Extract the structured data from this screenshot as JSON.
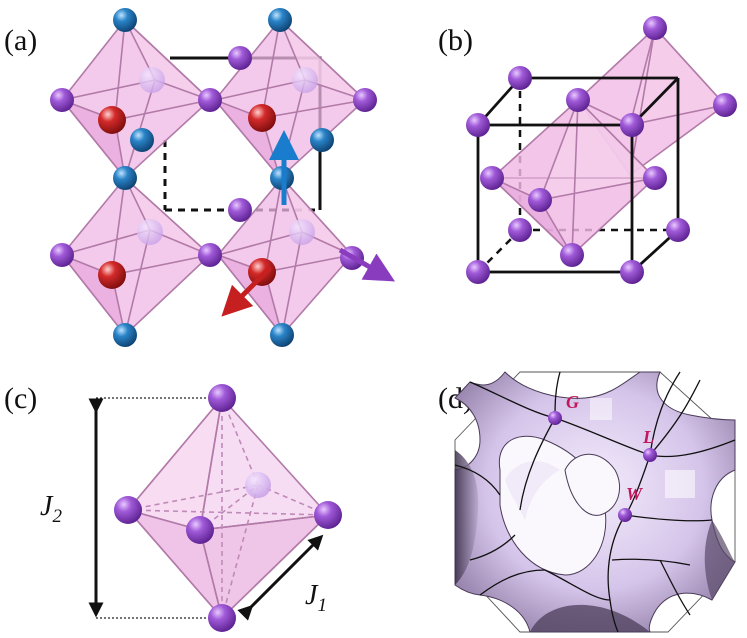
{
  "panels": {
    "a": {
      "label": "(a)"
    },
    "b": {
      "label": "(b)"
    },
    "c": {
      "label": "(c)",
      "j2_main": "J",
      "j2_sub": "2",
      "j1_main": "J",
      "j1_sub": "1"
    },
    "d": {
      "label": "(d)",
      "points": [
        {
          "label": "G"
        },
        {
          "label": "L"
        },
        {
          "label": "W"
        }
      ]
    }
  },
  "colors": {
    "octahedron_fill": "#efb8e4",
    "octahedron_edge": "#b27aa8",
    "purple_atom": "#8d45c4",
    "blue_atom": "#1e6fb0",
    "red_atom": "#c81e1e",
    "blue_arrow": "#1a7ccc",
    "red_arrow": "#c51f1f",
    "purple_arrow": "#8a3cbf",
    "surface_fill": "#d9c8ec",
    "surface_shadow": "#6a5a7a",
    "point_label": "#c2185b"
  }
}
